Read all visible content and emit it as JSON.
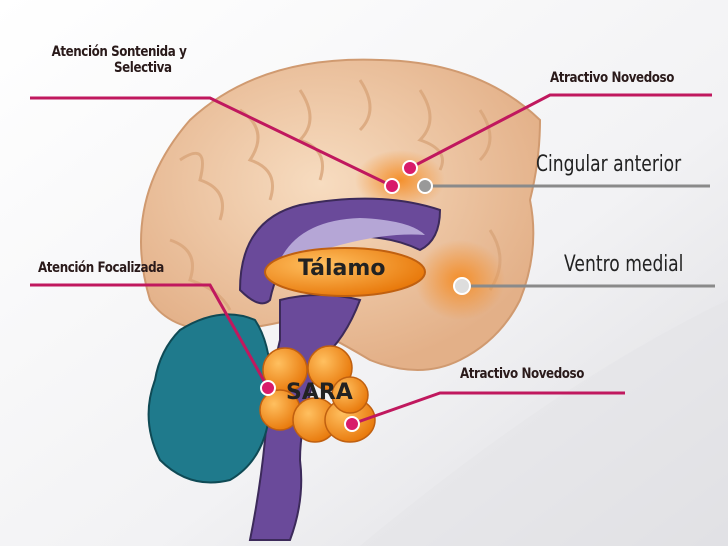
{
  "labels": {
    "sustained_line1": "Atención Sontenida y",
    "sustained_line2": "Selectiva",
    "novel_top": "Atractivo Novedoso",
    "cingulate": "Cingular anterior",
    "focal": "Atención Focalizada",
    "thalamus": "Tálamo",
    "ventromedial": "Ventro medial",
    "sara": "SARA",
    "novel_bottom": "Atractivo Novedoso"
  },
  "colors": {
    "leader_line": "#c0185e",
    "gray_line": "#888888",
    "orange": "#f7941d",
    "purple": "#6a4a9a",
    "teal": "#1f7a8c",
    "brain": "#f2c9a0"
  }
}
